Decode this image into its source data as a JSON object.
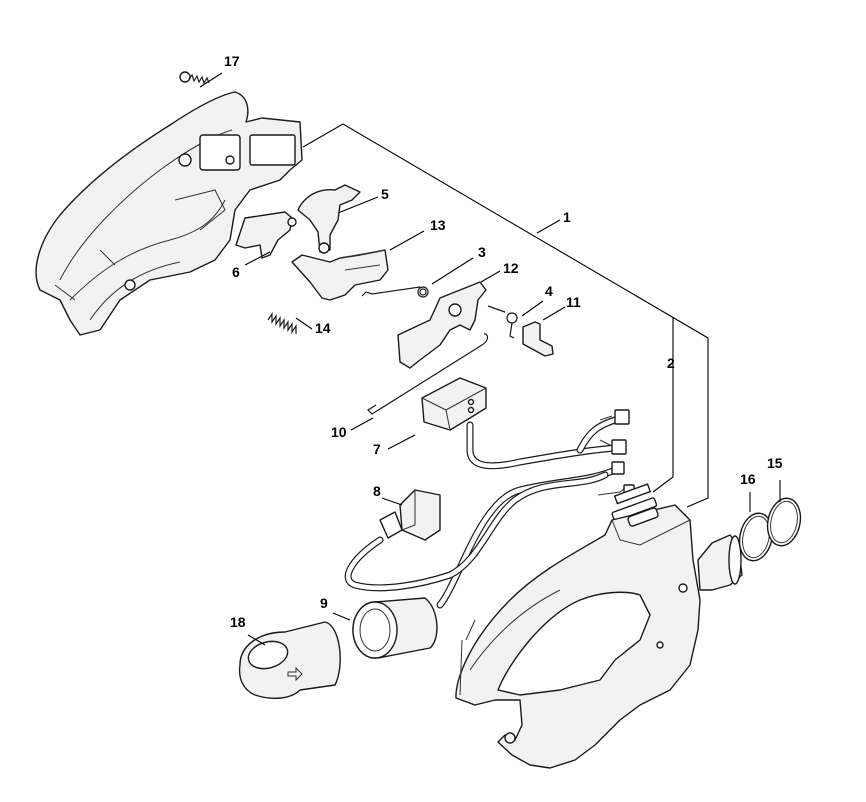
{
  "diagram": {
    "type": "exploded parts diagram",
    "callouts": [
      {
        "id": "1",
        "label": "1"
      },
      {
        "id": "2",
        "label": "2"
      },
      {
        "id": "3",
        "label": "3"
      },
      {
        "id": "4",
        "label": "4"
      },
      {
        "id": "5",
        "label": "5"
      },
      {
        "id": "6",
        "label": "6"
      },
      {
        "id": "7",
        "label": "7"
      },
      {
        "id": "8",
        "label": "8"
      },
      {
        "id": "9",
        "label": "9"
      },
      {
        "id": "10",
        "label": "10"
      },
      {
        "id": "11",
        "label": "11"
      },
      {
        "id": "12",
        "label": "12"
      },
      {
        "id": "13",
        "label": "13"
      },
      {
        "id": "14",
        "label": "14"
      },
      {
        "id": "15",
        "label": "15"
      },
      {
        "id": "16",
        "label": "16"
      },
      {
        "id": "17",
        "label": "17"
      },
      {
        "id": "18",
        "label": "18"
      }
    ],
    "colors": {
      "line": "#1a1a1a",
      "fill": "#f2f2f2",
      "background": "#ffffff"
    }
  }
}
